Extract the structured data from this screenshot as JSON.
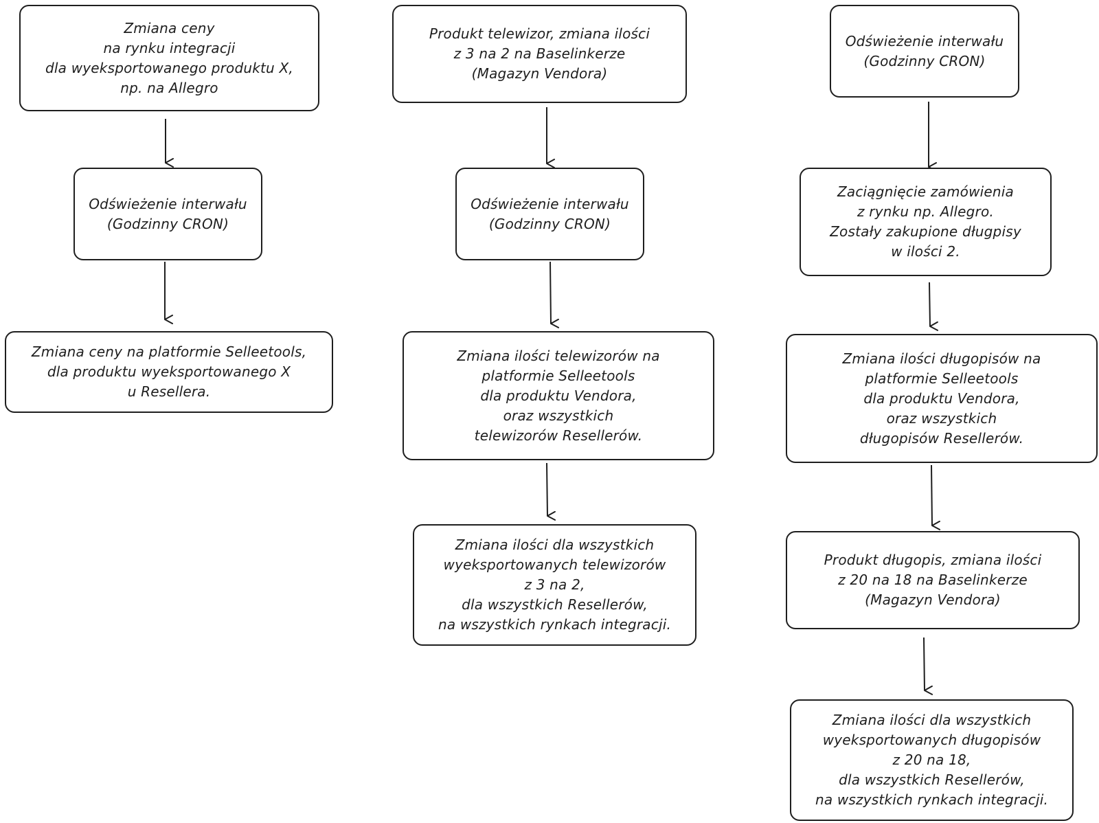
{
  "columns": [
    {
      "id": "price",
      "boxes": [
        {
          "text": "Zmiana ceny\nna rynku integracji\ndla wyeksportowanego produktu X,\nnp. na Allegro"
        },
        {
          "text": "Odświeżenie interwału\n(Godzinny CRON)"
        },
        {
          "text": "Zmiana ceny na platformie Selleetools,\ndla produktu wyeksportowanego X\nu  Resellera."
        }
      ]
    },
    {
      "id": "tv",
      "boxes": [
        {
          "text": "Produkt telewizor, zmiana ilości\nz 3 na 2 na Baselinkerze\n(Magazyn Vendora)"
        },
        {
          "text": "Odświeżenie interwału\n(Godzinny CRON)"
        },
        {
          "text": "Zmiana ilości telewizorów na\nplatformie Selleetools\ndla produktu Vendora,\noraz wszystkich\ntelewizorów Resellerów."
        },
        {
          "text": "Zmiana ilości dla wszystkich\nwyeksportowanych telewizorów\nz 3 na 2,\ndla wszystkich Resellerów,\nna wszystkich rynkach integracji."
        }
      ]
    },
    {
      "id": "pen",
      "boxes": [
        {
          "text": "Odświeżenie interwału\n(Godzinny CRON)"
        },
        {
          "text": "Zaciągnięcie zamówienia\nz rynku np. Allegro.\nZostały zakupione długpisy\nw ilości 2."
        },
        {
          "text": "Zmiana ilości długopisów na\nplatformie Selleetools\ndla produktu Vendora,\noraz wszystkich\ndługopisów Resellerów."
        },
        {
          "text": "Produkt długopis, zmiana ilości\nz 20 na 18 na Baselinkerze\n(Magazyn Vendora)"
        },
        {
          "text": "Zmiana ilości dla wszystkich\nwyeksportowanych długopisów\nz 20 na 18,\ndla wszystkich Resellerów,\nna wszystkich rynkach integracji."
        }
      ]
    }
  ]
}
